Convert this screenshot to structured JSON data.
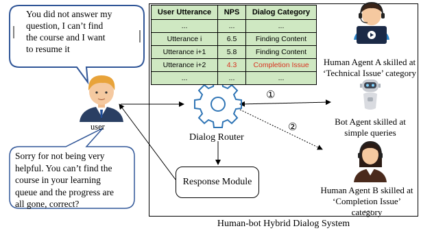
{
  "user_bubble": {
    "lines": [
      "You did not answer my",
      "question, I can’t   find",
      "the course and   I want",
      "to resume it"
    ]
  },
  "user_label": "user",
  "reply_bubble": {
    "lines": [
      "Sorry for not being very",
      "helpful. You can’t find the",
      "course in your learning",
      "queue and the progress are",
      "all gone, correct?"
    ]
  },
  "table": {
    "headers": [
      "User Utterance",
      "NPS",
      "Dialog Category"
    ],
    "rows": [
      [
        "...",
        "...",
        "..."
      ],
      [
        "Utterance i",
        "6.5",
        "Finding Content"
      ],
      [
        "Utterance i+1",
        "5.8",
        "Finding Content"
      ],
      [
        "Utterance i+2",
        "4.3",
        "Completion Issue"
      ],
      [
        "...",
        "...",
        "..."
      ]
    ],
    "highlight_color": "#d8321f",
    "fill_color": "#cfe8c2"
  },
  "router_label": "Dialog Router",
  "response_module_label": "Response Module",
  "route_markers": [
    "①",
    "②"
  ],
  "agents": {
    "human_a": [
      "Human Agent A skilled at",
      "‘Technical Issue’ category"
    ],
    "bot": [
      "Bot Agent skilled at",
      "simple queries"
    ],
    "human_b": [
      "Human Agent B skilled at",
      "‘Completion Issue’ category"
    ]
  },
  "ellipsis": "…",
  "system_caption": "Human-bot Hybrid Dialog System",
  "colors": {
    "bubble_border": "#2f5597",
    "gear": "#2e74b5",
    "suit": "#2a3f63",
    "skin": "#f5c9a0",
    "hair": "#e8a33a"
  }
}
